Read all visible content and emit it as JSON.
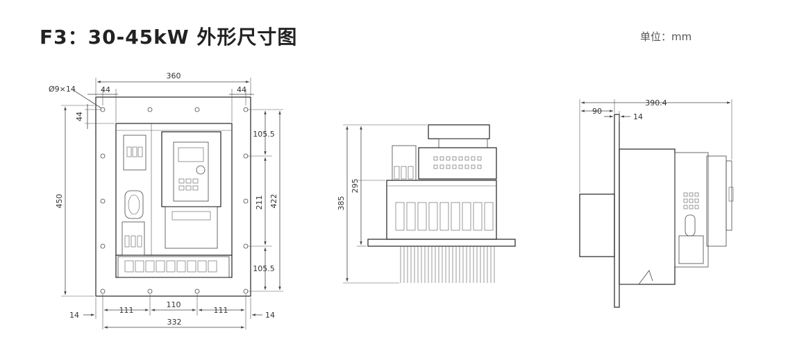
{
  "header": {
    "title": "F3：30-45kW 外形尺寸图",
    "unit_label": "单位：mm"
  },
  "front_view": {
    "hole_label": "Ø9×14",
    "top_width": "360",
    "top_left_offset": "44",
    "top_right_offset": "44",
    "left_vertical_offset": "44",
    "total_height": "450",
    "right_top_spacing": "105.5",
    "right_middle_spacing": "211",
    "right_bottom_spacing": "105.5",
    "right_total": "422",
    "bottom_left_margin": "14",
    "bottom_span_1": "111",
    "bottom_span_2": "110",
    "bottom_span_3": "111",
    "bottom_right_margin": "14",
    "bottom_total": "332"
  },
  "middle_view": {
    "total_height": "385",
    "inner_height": "295"
  },
  "side_view": {
    "total_depth": "390.4",
    "front_depth": "90",
    "flange_thickness": "14"
  }
}
